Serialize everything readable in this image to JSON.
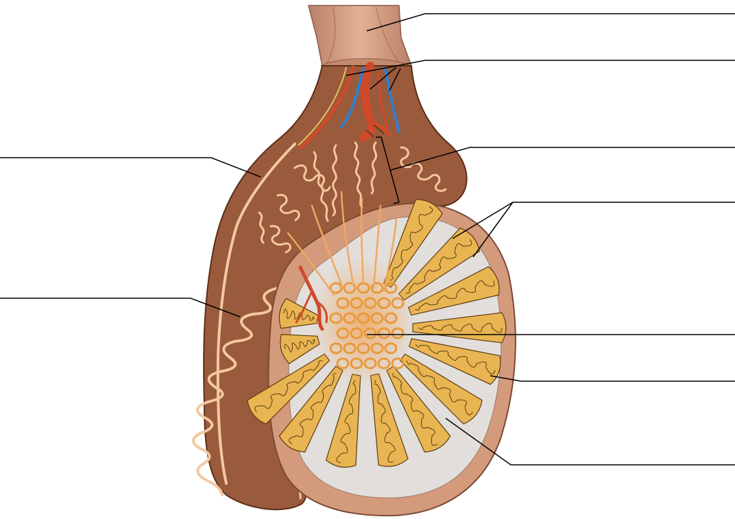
{
  "figure": {
    "subject": "testis-and-epididymis-sagittal-section",
    "label_text_visible": false
  },
  "labels": [
    {
      "id": "spermatic-cord",
      "text": ""
    },
    {
      "id": "testicular-vessels",
      "text": ""
    },
    {
      "id": "efferent-ductules",
      "text": ""
    },
    {
      "id": "seminiferous-tubules",
      "text": ""
    },
    {
      "id": "rete-testis",
      "text": ""
    },
    {
      "id": "tunica-albuginea",
      "text": ""
    },
    {
      "id": "lobule",
      "text": ""
    },
    {
      "id": "head-of-epididymis",
      "text": ""
    },
    {
      "id": "body-of-epididymis",
      "text": ""
    }
  ],
  "colors": {
    "epididymis": "#9a5a3c",
    "epididymis_dark": "#6e3a22",
    "duct": "#f4c8a0",
    "tunica": "#d49a7c",
    "interior": "#e2dedb",
    "lobule_fill": "#e8b552",
    "lobule_edge": "#5a3a10",
    "rete": "#e89a3a",
    "artery": "#cf4a2a",
    "vein": "#2f7fd0",
    "nerve": "#e6c060",
    "cord": "#d8a084",
    "leader": "#000000"
  }
}
